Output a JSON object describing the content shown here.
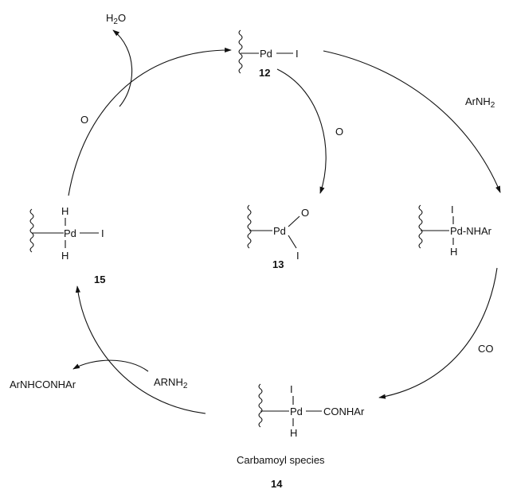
{
  "compounds": {
    "c12": {
      "metal": "Pd",
      "ligand": "I",
      "number": "12"
    },
    "c13": {
      "metal": "Pd",
      "ligand_top": "O",
      "ligand_bottom": "I",
      "number": "13"
    },
    "hydride_amide": {
      "ligand_top": "I",
      "metal_group": "Pd-NHAr",
      "ligand_bottom": "H"
    },
    "c14": {
      "ligand_top": "I",
      "metal": "Pd",
      "group": "CONHAr",
      "ligand_bottom": "H",
      "caption": "Carbamoyl species",
      "number": "14"
    },
    "c15": {
      "ligand_top": "H",
      "metal": "Pd",
      "ligand_right": "I",
      "ligand_bottom": "H",
      "number": "15"
    }
  },
  "reagents": {
    "water": {
      "main": "H",
      "subscript": "2",
      "tail": "O"
    },
    "oxygen_left": "O",
    "oxygen_center": "O",
    "arnh2_right": {
      "main": "ArNH",
      "subscript": "2"
    },
    "co": "CO",
    "arnh2_left": {
      "main": "ARNH",
      "subscript": "2"
    },
    "urea_product": "ArNHCONHAr"
  }
}
